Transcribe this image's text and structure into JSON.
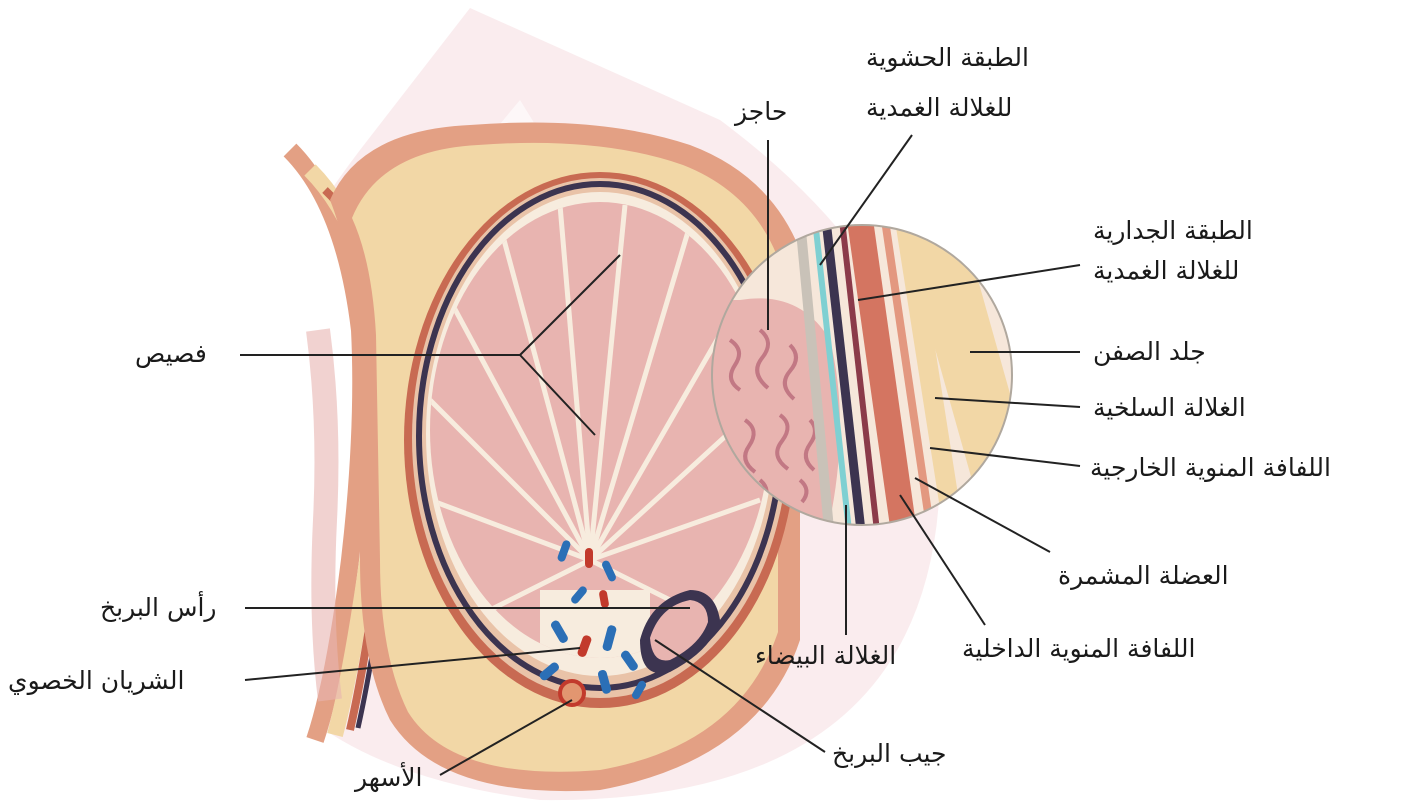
{
  "colors": {
    "background": "#ffffff",
    "watermark": "#f6dde0",
    "skin": "#e3a084",
    "fat": "#f2d7a6",
    "muscle": "#c86a52",
    "tunica_dark": "#3c3450",
    "lobule": "#e8b4b0",
    "septa": "#f7ecde",
    "vein": "#2b6fb6",
    "artery": "#c23a2c",
    "leader_line": "#222222"
  },
  "labels": {
    "visceral_layer": "الطبقة الحشوية",
    "visceral_layer_2": "للغلالة الغمدية",
    "septum": "حاجز",
    "parietal_layer": "الطبقة الجدارية",
    "parietal_layer_2": "للغلالة الغمدية",
    "scrotal_skin": "جلد الصفن",
    "tunica_dartos": "الغلالة السلخية",
    "external_spermatic_fascia": "اللفافة المنوية الخارجية",
    "cremaster_muscle": "العضلة المشمرة",
    "internal_spermatic_fascia": "اللفافة المنوية الداخلية",
    "tunica_albuginea": "الغلالة البيضاء",
    "lobule": "فصيص",
    "epididymis_head": "رأس البربخ",
    "testicular_artery": "الشريان الخصوي",
    "epididymal_sinus": "جيب البربخ",
    "vas_deferens": "الأسهر"
  }
}
